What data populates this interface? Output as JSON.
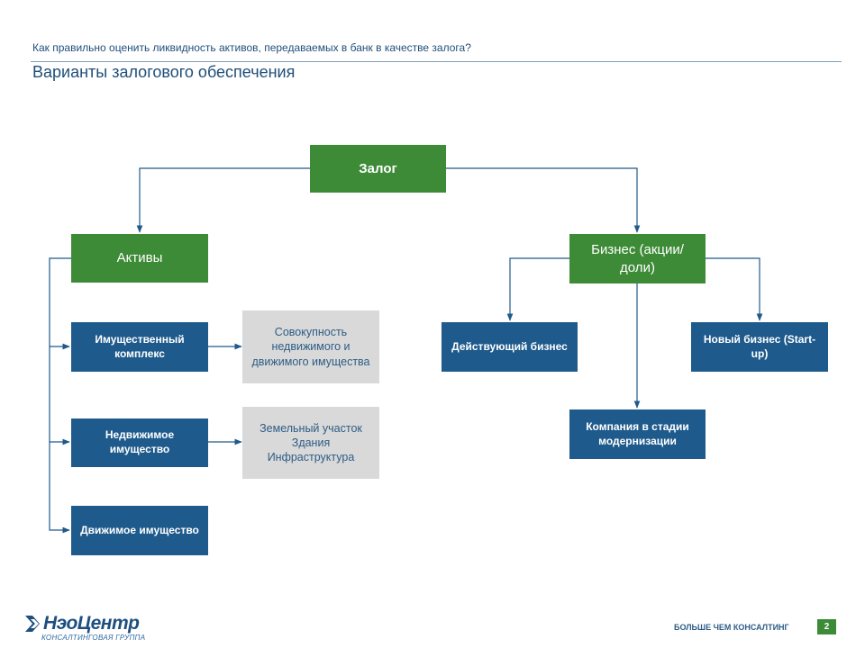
{
  "header": {
    "subtitle": "Как правильно оценить ликвидность активов, передаваемых в банк в качестве залога?",
    "title": "Варианты залогового обеспечения"
  },
  "diagram": {
    "root": "Залог",
    "assets": {
      "label": "Активы",
      "items": [
        {
          "label": "Имущественный комплекс",
          "detail": "Совокупность недвижимого и движимого имущества"
        },
        {
          "label": "Недвижимое имущество",
          "detail": "Земельный участок\nЗдания\nИнфраструктура"
        },
        {
          "label": "Движимое имущество"
        }
      ]
    },
    "business": {
      "label": "Бизнес (акции/доли)",
      "items": [
        {
          "label": "Действующий бизнес"
        },
        {
          "label": "Компания в стадии модернизации"
        },
        {
          "label": "Новый бизнес (Start-up)"
        }
      ]
    }
  },
  "footer": {
    "logo_name": "НэоЦентр",
    "logo_tagline": "КОНСАЛТИНГОВАЯ ГРУППА",
    "slogan": "БОЛЬШЕ ЧЕМ КОНСАЛТИНГ",
    "page_number": "2"
  },
  "colors": {
    "green": "#3d8b37",
    "blue": "#1e5a8c",
    "grey": "#d9d9d9",
    "text_blue": "#1f4e79"
  }
}
